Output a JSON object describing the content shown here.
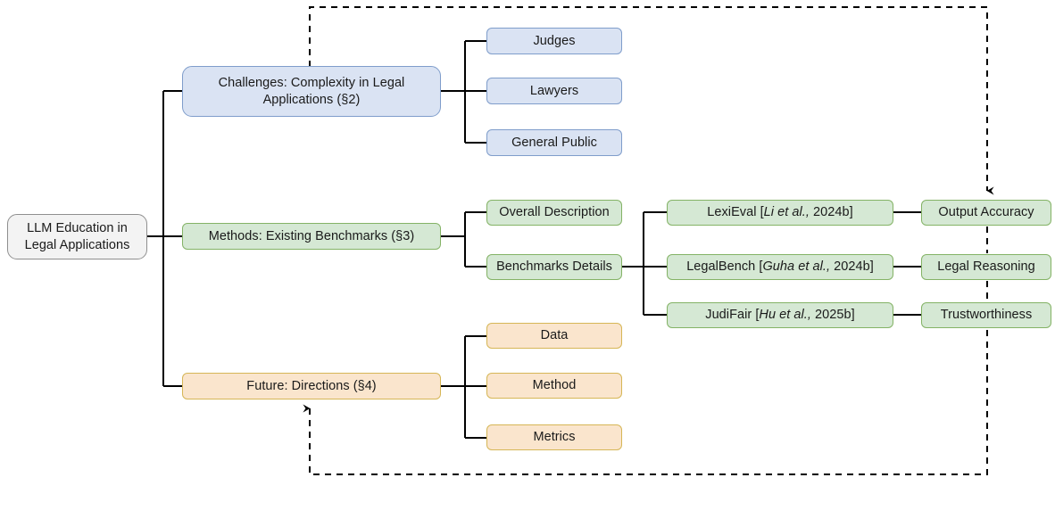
{
  "diagram": {
    "title": "LLM Education in Legal Applications taxonomy",
    "colors": {
      "root_fill": "#f3f3f3",
      "root_border": "#8f8f8f",
      "blue_fill": "#dae3f3",
      "blue_border": "#7f9dcb",
      "green_fill": "#d5e8d4",
      "green_border": "#84b366",
      "orange_fill": "#fae5cd",
      "orange_border": "#d6b656",
      "edge": "#000000"
    },
    "root": {
      "label": "LLM Education in\nLegal Applications"
    },
    "branches": [
      {
        "id": "challenges",
        "label": "Challenges: Complexity in Legal\nApplications (§2)",
        "color": "blue",
        "children": [
          {
            "label": "Judges"
          },
          {
            "label": "Lawyers"
          },
          {
            "label": "General Public"
          }
        ]
      },
      {
        "id": "methods",
        "label": "Methods: Existing Benchmarks (§3)",
        "color": "green",
        "children": [
          {
            "label": "Overall Description"
          },
          {
            "label": "Benchmarks Details"
          }
        ]
      },
      {
        "id": "future",
        "label": "Future: Directions (§4)",
        "color": "orange",
        "children": [
          {
            "label": "Data"
          },
          {
            "label": "Method"
          },
          {
            "label": "Metrics"
          }
        ]
      }
    ],
    "benchmarks": [
      {
        "name": "LexiEval",
        "citation": "Li et al.,",
        "year": "2024b"
      },
      {
        "name": "LegalBench",
        "citation": "Guha et al.,",
        "year": "2024b"
      },
      {
        "name": "JudiFair",
        "citation": "Hu et al.,",
        "year": "2025b"
      }
    ],
    "aspects": [
      {
        "label": "Output Accuracy"
      },
      {
        "label": "Legal Reasoning"
      },
      {
        "label": "Trustworthiness"
      }
    ],
    "feedback_edges": [
      {
        "from": "challenges",
        "to": "Output Accuracy",
        "style": "dashed",
        "arrow": "down"
      },
      {
        "from": "Trustworthiness",
        "to": "future",
        "style": "dashed",
        "arrow": "up"
      }
    ]
  }
}
